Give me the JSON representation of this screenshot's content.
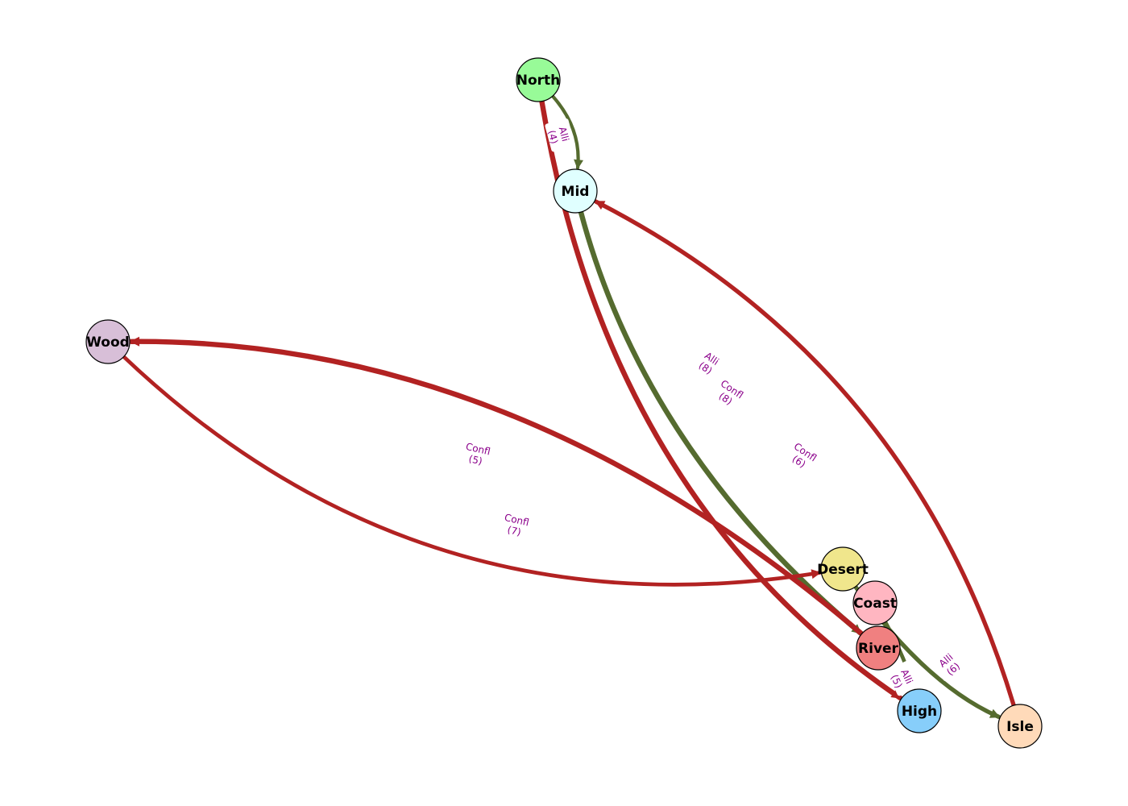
{
  "colors": {
    "conflict": "#b22222",
    "alliance": "#556b2f",
    "edge_label": "#8b008b"
  },
  "nodes": [
    {
      "id": "north",
      "label": "North",
      "fill": "#98fb98"
    },
    {
      "id": "mid",
      "label": "Mid",
      "fill": "#e0ffff"
    },
    {
      "id": "wood",
      "label": "Wood",
      "fill": "#d8bfd8"
    },
    {
      "id": "desert",
      "label": "Desert",
      "fill": "#f0e68c"
    },
    {
      "id": "coast",
      "label": "Coast",
      "fill": "#ffb6c1"
    },
    {
      "id": "river",
      "label": "River",
      "fill": "#f08080"
    },
    {
      "id": "high",
      "label": "High",
      "fill": "#87cefa"
    },
    {
      "id": "isle",
      "label": "Isle",
      "fill": "#ffdab9"
    }
  ],
  "edges": [
    {
      "id": "north-mid",
      "source": "north",
      "target": "mid",
      "type": "alliance",
      "label": "Alli\n(4)",
      "weight": 4
    },
    {
      "id": "north-high",
      "source": "north",
      "target": "high",
      "type": "conflict",
      "label": "Confl\n(8)",
      "weight": 8
    },
    {
      "id": "mid-river",
      "source": "mid",
      "target": "river",
      "type": "alliance",
      "label": "Alli\n(8)",
      "weight": 8
    },
    {
      "id": "isle-mid",
      "source": "isle",
      "target": "mid",
      "type": "conflict",
      "label": "Confl\n(6)",
      "weight": 6
    },
    {
      "id": "river-wood",
      "source": "river",
      "target": "wood",
      "type": "conflict",
      "label": "Confl\n(5)",
      "weight": 8
    },
    {
      "id": "wood-desert",
      "source": "wood",
      "target": "desert",
      "type": "conflict",
      "label": "Confl\n(7)",
      "weight": 5
    },
    {
      "id": "desert-isle",
      "source": "desert",
      "target": "isle",
      "type": "alliance",
      "label": "Alli\n(6)",
      "weight": 6
    },
    {
      "id": "coast-high",
      "source": "coast",
      "target": "high",
      "type": "alliance",
      "label": "Alli\n(5)",
      "weight": 5
    }
  ]
}
